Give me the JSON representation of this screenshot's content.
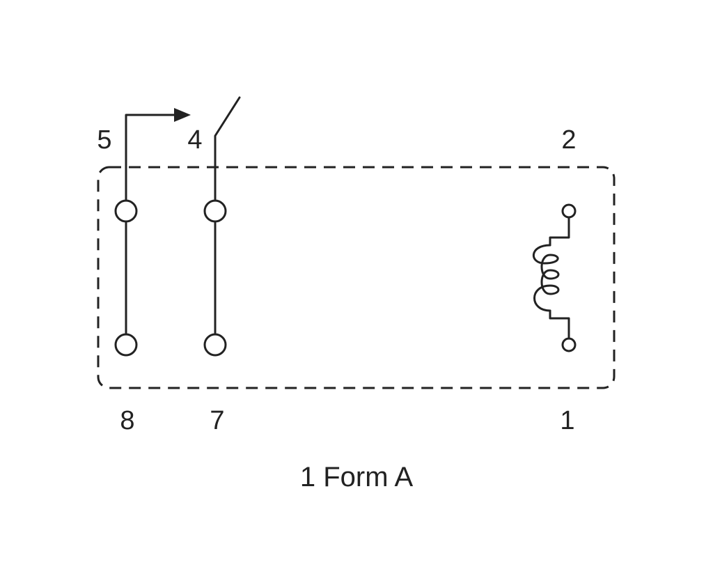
{
  "pins": {
    "p5": "5",
    "p4": "4",
    "p2": "2",
    "p8": "8",
    "p7": "7",
    "p1": "1"
  },
  "caption": "1 Form A"
}
